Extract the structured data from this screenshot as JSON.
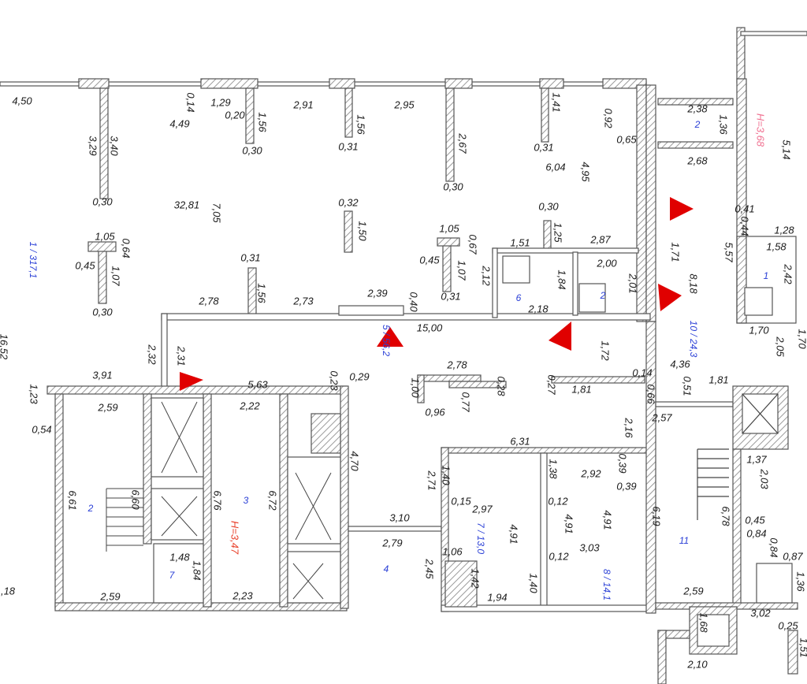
{
  "dimensions": [
    "4,50",
    "3,40",
    "3,29",
    "0,30",
    "0,14",
    "1,29",
    "0,20",
    "4,49",
    "1,56",
    "0,30",
    "2,91",
    "1,56",
    "0,31",
    "2,95",
    "2,67",
    "0,30",
    "1,41",
    "0,31",
    "0,92",
    "0,65",
    "2,38",
    "1,36",
    "2,68",
    "5,14",
    "6,04",
    "4,95",
    "32,81",
    "7,05",
    "0,32",
    "1,50",
    "1,05",
    "0,64",
    "0,45",
    "1,07",
    "0,30",
    "0,31",
    "1,56",
    "2,78",
    "2,73",
    "2,39",
    "0,40",
    "1,05",
    "0,67",
    "0,45",
    "1,07",
    "0,31",
    "0,30",
    "1,25",
    "1,51",
    "2,87",
    "2,00",
    "2,12",
    "1,84",
    "2,18",
    "2,01",
    "15,00",
    "1,71",
    "8,18",
    "0,41",
    "0,44",
    "1,28",
    "5,57",
    "1,58",
    "2,42",
    "1,70",
    "2,05",
    "1,70",
    "1,72",
    "2,32",
    "2,31",
    "3,91",
    "1,23",
    "0,54",
    "2,59",
    "5,63",
    "2,22",
    "0,23",
    "0,29",
    "2,78",
    "0,28",
    "1,00",
    "0,77",
    "0,96",
    "0,27",
    "1,81",
    "0,14",
    "0,66",
    "4,36",
    "0,51",
    "1,81",
    "2,57",
    "2,16",
    "4,70",
    "6,31",
    "6,61",
    "6,60",
    "6,76",
    "6,72",
    "1,40",
    "2,71",
    "1,38",
    "2,92",
    "0,39",
    "0,39",
    "0,15",
    "2,97",
    "0,12",
    "4,91",
    "4,91",
    "4,91",
    "3,10",
    "2,79",
    "3,03",
    "0,12",
    "1,06",
    "2,45",
    "1,42",
    "1,94",
    "1,40",
    "6,19",
    "6,78",
    "1,37",
    "2,03",
    "0,45",
    "0,84",
    "0,84",
    "0,87",
    "1,36",
    "2,59",
    "3,02",
    "1,68",
    "0,25",
    "1,51",
    "2,10",
    "1,48",
    "1,84",
    "2,59",
    "2,23",
    ",18",
    "16,52"
  ],
  "rooms": [
    "1 / 317,1",
    "2",
    "10 / 24,3",
    "5 / 56,2",
    "6",
    "2",
    "1",
    "2",
    "3",
    "7",
    "4",
    "7 / 13,0",
    "8 / 14,1",
    "11"
  ],
  "ceiling_heights": [
    "H=3,68",
    "H=3,47"
  ],
  "colors": {
    "wall": "#555555",
    "hatch": "#9a9a9a",
    "room_label": "#2a3fd6",
    "ceiling_label": "#e8402a",
    "marker": "#e00000"
  }
}
